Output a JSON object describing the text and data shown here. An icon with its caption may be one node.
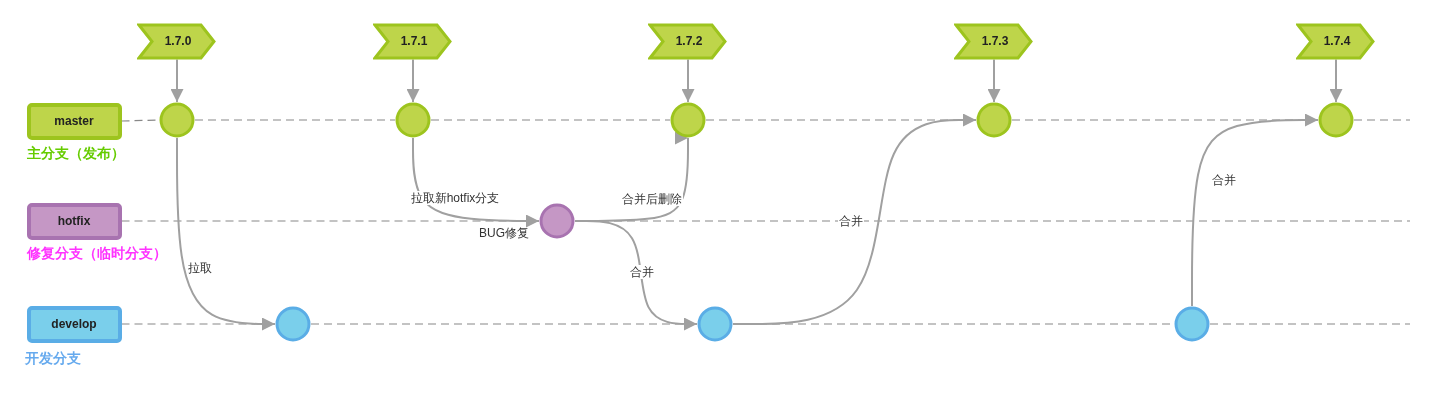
{
  "diagram": {
    "nodes": [
      {
        "text": [
          "1.7.0"
        ]
      },
      {
        "text": [
          "1.7.1"
        ]
      },
      {
        "text": [
          "1.7.2"
        ]
      },
      {
        "text": [
          "1.7.3"
        ]
      },
      {
        "text": [
          "1.7.4"
        ]
      },
      {
        "text": [
          "master"
        ],
        "beside": [
          "主分支（发布）"
        ]
      },
      {
        "text": [
          "hotfix"
        ],
        "beside": [
          "修复分支（临时分支）"
        ]
      },
      {
        "text": [
          "develop"
        ],
        "beside": [
          "开发分支"
        ]
      },
      {
        "text": [],
        "shape": "circle"
      },
      {
        "text": [],
        "shape": "circle"
      },
      {
        "text": [],
        "shape": "circle"
      },
      {
        "text": [],
        "shape": "circle"
      },
      {
        "text": [],
        "shape": "circle"
      },
      {
        "text": [],
        "shape": "circle",
        "beside": [
          "BUG修复"
        ]
      },
      {
        "text": [],
        "shape": "circle"
      },
      {
        "text": [],
        "shape": "circle"
      },
      {
        "text": [],
        "shape": "circle"
      }
    ],
    "edges": [
      {
        "from": 0,
        "to": 8,
        "arrow": "to"
      },
      {
        "from": 1,
        "to": 9,
        "arrow": "to"
      },
      {
        "from": 2,
        "to": 10,
        "arrow": "to"
      },
      {
        "from": 3,
        "to": 11,
        "arrow": "to"
      },
      {
        "from": 4,
        "to": 12,
        "arrow": "to"
      },
      {
        "from": 5,
        "to": 8,
        "arrow": "none",
        "style": "dashed"
      },
      {
        "from": 8,
        "to": 9,
        "arrow": "none",
        "style": "dashed"
      },
      {
        "from": 9,
        "to": 10,
        "arrow": "none",
        "style": "dashed"
      },
      {
        "from": 10,
        "to": 11,
        "arrow": "none",
        "style": "dashed"
      },
      {
        "from": 11,
        "to": 12,
        "arrow": "none",
        "style": "dashed"
      },
      {
        "from": 12,
        "to": null,
        "arrow": "none",
        "style": "dashed"
      },
      {
        "from": 6,
        "to": 13,
        "arrow": "none",
        "style": "dashed"
      },
      {
        "from": 13,
        "to": null,
        "arrow": "none",
        "style": "dashed"
      },
      {
        "from": 7,
        "to": 14,
        "arrow": "none",
        "style": "dashed"
      },
      {
        "from": 14,
        "to": 15,
        "arrow": "none",
        "style": "dashed"
      },
      {
        "from": 15,
        "to": 16,
        "arrow": "none",
        "style": "dashed"
      },
      {
        "from": 16,
        "to": null,
        "arrow": "none",
        "style": "dashed"
      },
      {
        "from": 8,
        "to": 14,
        "arrow": "to",
        "label": "拉取"
      },
      {
        "from": 9,
        "to": 13,
        "arrow": "to",
        "label": "拉取新hotfix分支"
      },
      {
        "from": 13,
        "to": 10,
        "arrow": "to",
        "label": "合并后删除"
      },
      {
        "from": 13,
        "to": 15,
        "arrow": "to",
        "label": "合并"
      },
      {
        "from": 15,
        "to": 11,
        "arrow": "to",
        "label": "合并"
      },
      {
        "from": 16,
        "to": 12,
        "arrow": "to",
        "label": "合并"
      }
    ]
  }
}
